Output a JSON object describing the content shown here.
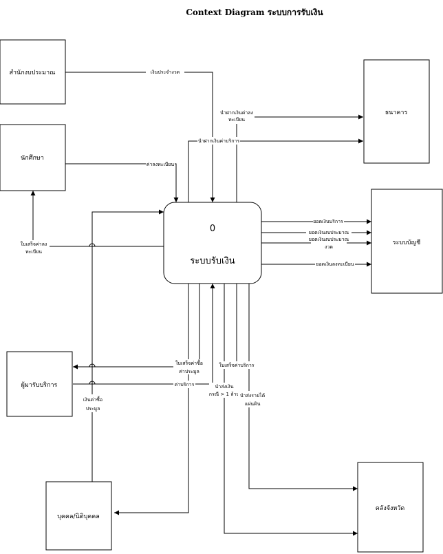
{
  "title": "Context Diagram ระบบการรับเงิน",
  "process": {
    "number": "0",
    "name": "ระบบรับเงิน"
  },
  "entities": {
    "budget_office": "สำนักงบประมาณ",
    "student": "นักศึกษา",
    "service_user": "ผู้มารับบริการ",
    "person_entity": "บุคคล/นิติบุคคล",
    "bank": "ธนาคาร",
    "accounting": "ระบบบัญชี",
    "treasury": "คลังจังหวัด"
  },
  "flows": {
    "annual_budget": "เงินประจำงวด",
    "deposit_reg_1": "นำฝากเงินค่าลง",
    "deposit_reg_2": "ทะเบียน",
    "deposit_service": "นำฝากเงินค่าบริการ",
    "reg_fee": "ค่าลงทะเบียน",
    "receipt_reg_1": "ใบเสร็จค่าลง",
    "receipt_reg_2": "ทะเบียน",
    "svc_income": "ยอดเงินบริการ",
    "budget_income": "ยอดเงินงบประมาณ",
    "per_period_1": "ยอดเงินงบประมาณ",
    "per_period_2": "งวด",
    "reg_income": "ยอดเงินลงทะเบียน",
    "receipt_bid_1": "ใบเสร็จค่าซื้อ",
    "receipt_bid_2": "ค่าประมูล",
    "receipt_service": "ใบเสร็จค่าบริการ",
    "service_fee": "ค่าบริการ",
    "bid_money_1": "เงินค่าซื้อ",
    "bid_money_2": "ประมูล",
    "send_over_1": "นำส่งเงิน",
    "send_over_2": "กรณี > 1 ล้าน",
    "send_revenue_1": "นำส่งรายได้",
    "send_revenue_2": "แผ่นดิน"
  }
}
